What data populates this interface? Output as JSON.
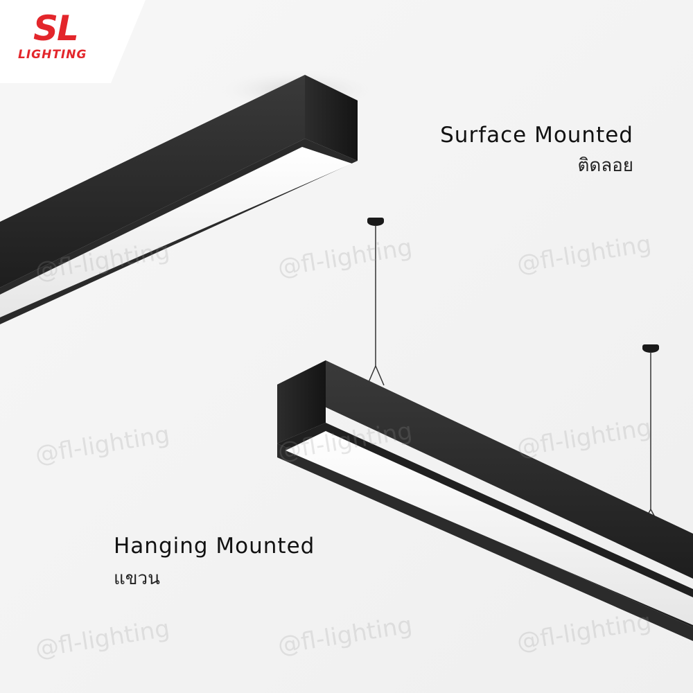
{
  "brand": {
    "logo_primary": "SL",
    "logo_secondary": "LIGHTING",
    "color": "#e3262b"
  },
  "watermark": {
    "text": "@fl-lighting"
  },
  "surface": {
    "title": "Surface Mounted",
    "subtitle": "ติดลอย"
  },
  "hanging": {
    "title": "Hanging Mounted",
    "subtitle": "แขวน"
  },
  "colors": {
    "fixture": "#1c1c1c",
    "diffuser": "#fafafa",
    "background": "#f4f4f4"
  }
}
